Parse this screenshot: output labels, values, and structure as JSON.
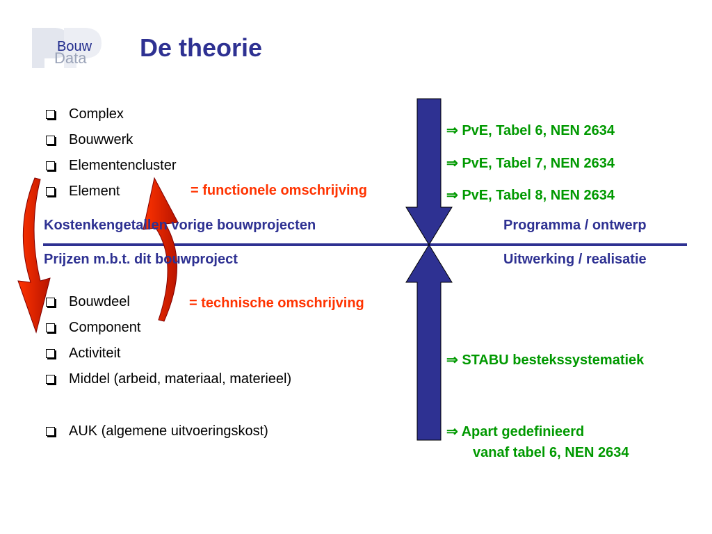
{
  "logo": {
    "line1": "Bouw",
    "line2": "Data"
  },
  "title": "De theorie",
  "top_items": [
    "Complex",
    "Bouwwerk",
    "Elementencluster",
    "Element"
  ],
  "bottom_items": [
    "Bouwdeel",
    "Component",
    "Activiteit",
    "Middel (arbeid, materiaal, materieel)"
  ],
  "auk": "AUK (algemene uitvoeringskost)",
  "functional": "= functionele omschrijving",
  "technical": "= technische omschrijving",
  "left_labels": {
    "upper": "Kostenkengetallen vorige bouwprojecten",
    "lower": "Prijzen m.b.t. dit bouwproject"
  },
  "right_labels": {
    "upper": "Programma / ontwerp",
    "lower": "Uitwerking / realisatie"
  },
  "references": {
    "pve6": "⇒ PvE, Tabel 6, NEN 2634",
    "pve7": "⇒ PvE, Tabel 7, NEN 2634",
    "pve8": "⇒ PvE, Tabel 8, NEN 2634",
    "stabu": "⇒ STABU bestekssystematiek",
    "apart": "⇒ Apart gedefinieerd",
    "vanaf": "vanaf tabel 6, NEN 2634"
  },
  "colors": {
    "navy": "#2e3192",
    "orange": "#ff3300",
    "green": "#009900",
    "red_arrow": "#ff3300"
  }
}
